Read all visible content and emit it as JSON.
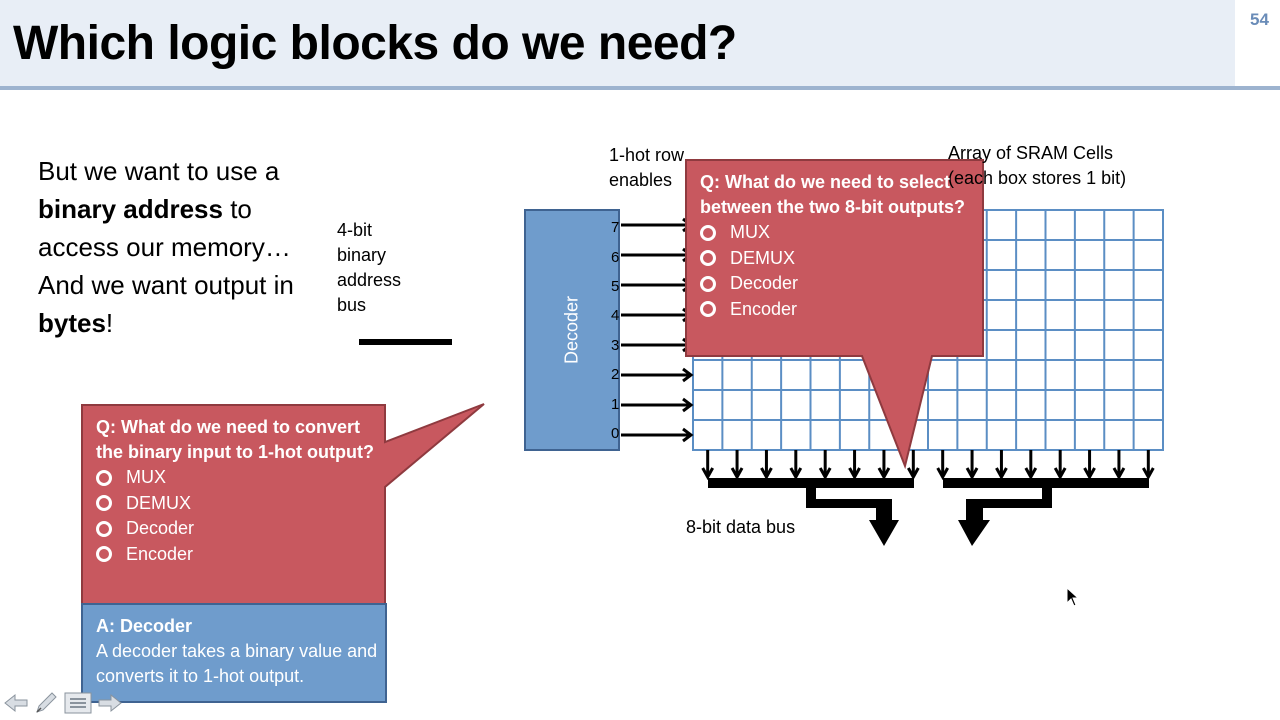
{
  "slide": {
    "title": "Which logic blocks do we need?",
    "number": "54"
  },
  "body": {
    "line1_prefix": "But we want to use a ",
    "line1_bold": "binary address",
    "line1_suffix": " to access our memory…",
    "line2_prefix": "And we want output in ",
    "line2_bold": "bytes",
    "line2_suffix": "!"
  },
  "diagram": {
    "address_label": [
      "4-bit",
      "binary",
      "address",
      "bus"
    ],
    "decoder_label": "Decoder",
    "row_numbers": [
      "7",
      "6",
      "5",
      "4",
      "3",
      "2",
      "1",
      "0"
    ],
    "onehot_label": [
      "1-hot row",
      "enables"
    ],
    "array_label": [
      "Array of SRAM Cells",
      "(each box stores 1 bit)"
    ],
    "databus_label": "8-bit data bus"
  },
  "callout_left": {
    "question": "Q: What do we need to convert the binary input to 1-hot output?",
    "options": [
      "MUX",
      "DEMUX",
      "Decoder",
      "Encoder"
    ],
    "fill_color": "#c8585f"
  },
  "callout_top": {
    "question": "Q: What do we need to select between the two 8-bit outputs?",
    "options": [
      "MUX",
      "DEMUX",
      "Decoder",
      "Encoder"
    ],
    "fill_color": "#c8585f"
  },
  "answer": {
    "title": "A: Decoder",
    "text": "A decoder takes a binary value and converts it to 1-hot output.",
    "fill_color": "#6f9ccc"
  },
  "nav": {
    "icons": [
      "back-arrow-icon",
      "pen-icon",
      "menu-icon",
      "forward-arrow-icon"
    ]
  }
}
